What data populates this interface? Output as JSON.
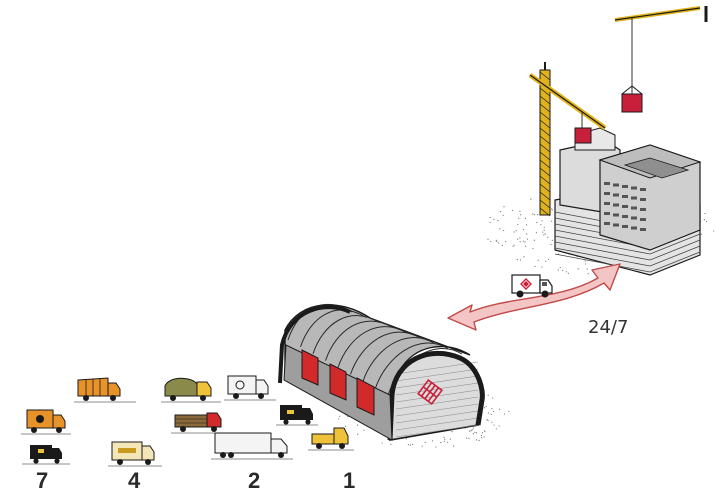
{
  "labels": {
    "group_7": "7",
    "group_4": "4",
    "group_2": "2",
    "group_1": "1",
    "availability": "24/7"
  },
  "colors": {
    "arrow_fill": "#f4c5c5",
    "arrow_stroke": "#c04a4a",
    "hall_doors": "#d22a2a",
    "hall_gray": "#b8b8b8",
    "building_gray": "#d9d9d9",
    "crane_yellow": "#e0b21c",
    "cargo_red": "#c8203a",
    "truck_orange": "#e8922a",
    "truck_yellow": "#f0c23a"
  },
  "icons": {
    "logo": "diamond-grid-logo",
    "warehouse": "quonset-warehouse",
    "site": "construction-site-with-cranes",
    "arrow": "double-headed-curved-arrow"
  }
}
